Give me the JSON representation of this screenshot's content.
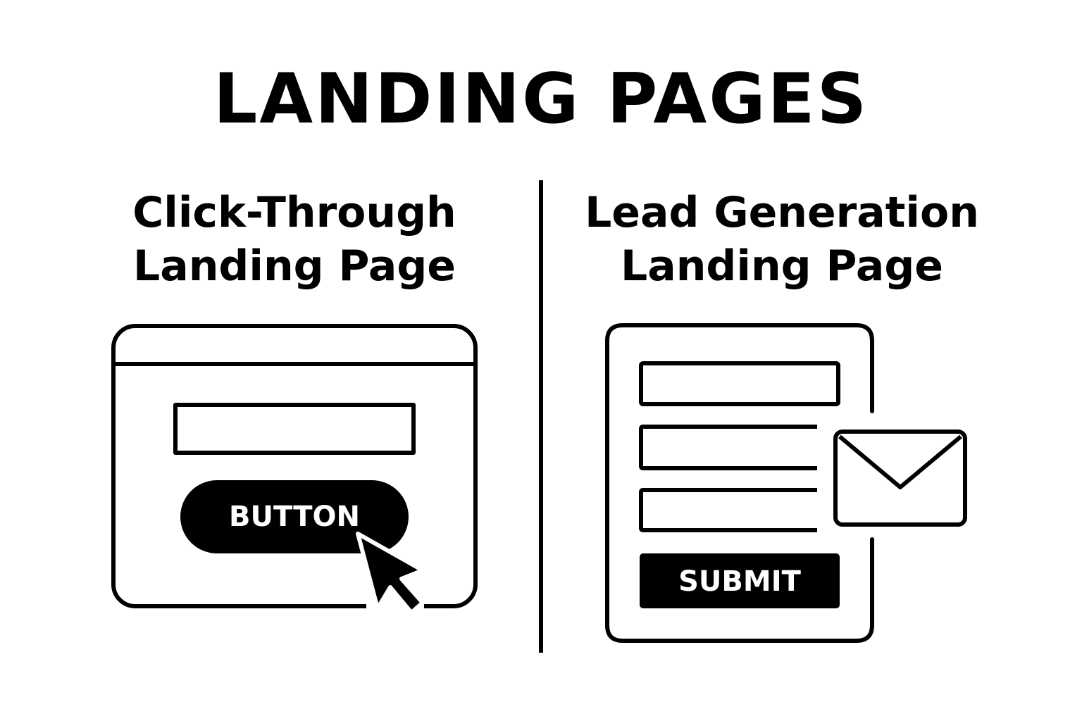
{
  "title": "LANDING PAGES",
  "left_section": {
    "title_line1": "Click-Through",
    "title_line2": "Landing Page",
    "button_label": "BUTTON"
  },
  "right_section": {
    "title_line1": "Lead Generation",
    "title_line2": "Landing Page",
    "submit_label": "SUBMIT"
  },
  "colors": {
    "background": "#ffffff",
    "ink": "#000000"
  },
  "icons": [
    "browser-window-icon",
    "cursor-icon",
    "form-icon",
    "envelope-icon"
  ]
}
